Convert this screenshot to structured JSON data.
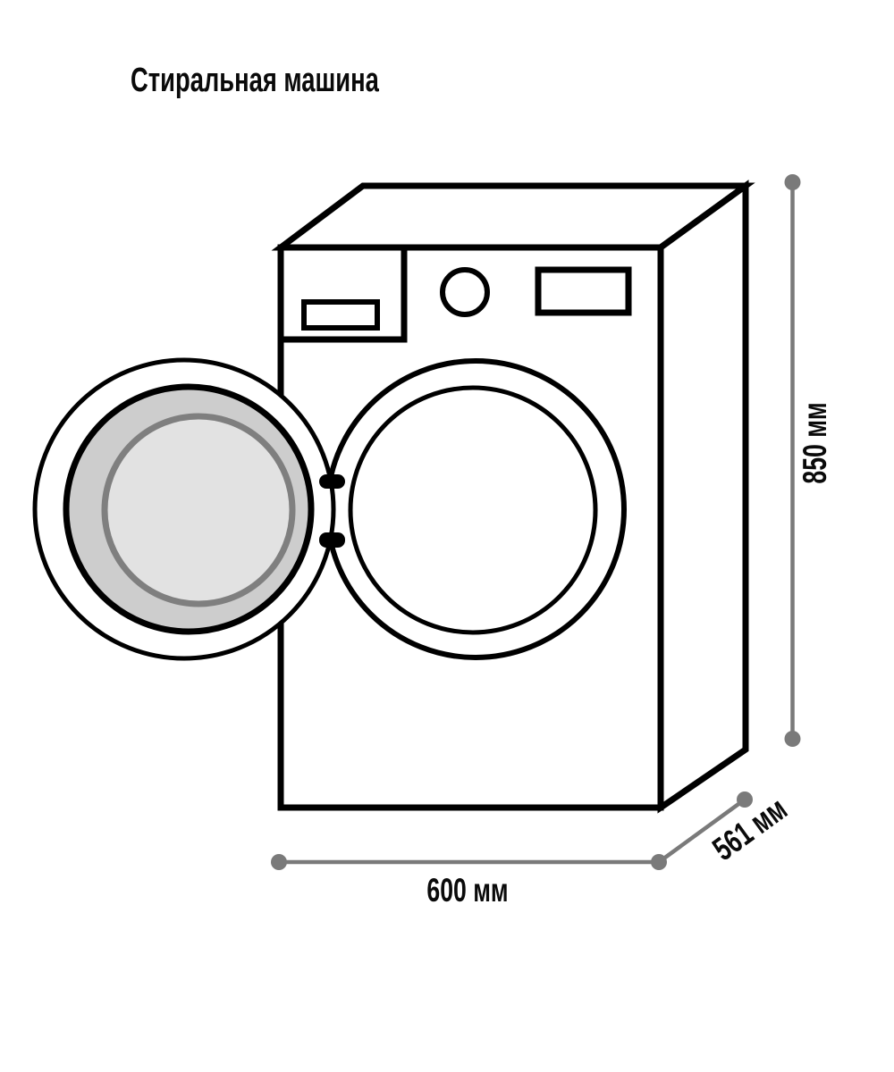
{
  "title": "Стиральная машина",
  "diagram": {
    "subject": "washing-machine-dimension-drawing",
    "labels": {
      "height": "850 мм",
      "width": "600 мм",
      "depth": "561 мм"
    },
    "colors": {
      "outline": "#000000",
      "dimension": "#7a7a7a",
      "door_ring_fill": "#cdcdcd",
      "door_glass_fill": "#e2e2e2",
      "door_glass_stroke": "#7f7f7f",
      "background": "#ffffff"
    }
  }
}
